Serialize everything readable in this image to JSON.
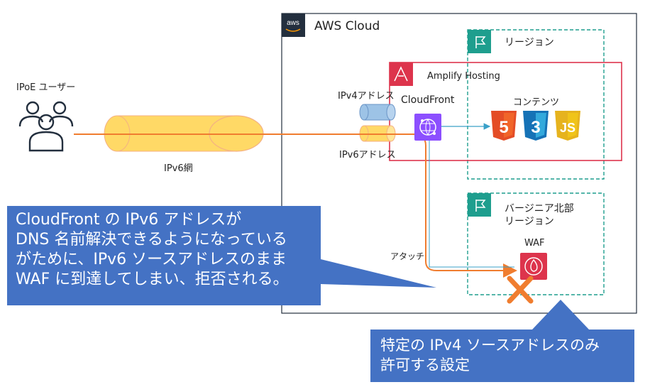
{
  "aws_cloud": {
    "logo": "aws",
    "title": "AWS Cloud"
  },
  "user": {
    "label": "IPoE ユーザー",
    "icon": "users-icon"
  },
  "network": {
    "label": "IPv6網"
  },
  "region": {
    "label": "リージョン"
  },
  "amplify": {
    "label": "Amplify Hosting"
  },
  "cloudfront": {
    "label": "CloudFront"
  },
  "addresses": {
    "ipv4": "IPv4アドレス",
    "ipv6": "IPv6アドレス"
  },
  "contents": {
    "label": "コンテンツ",
    "items": [
      "html5-icon",
      "css3-icon",
      "js-icon"
    ]
  },
  "virginia": {
    "line1": "バージニア北部",
    "line2": "リージョン"
  },
  "waf": {
    "label": "WAF"
  },
  "attach": {
    "label": "アタッチ"
  },
  "callout_left": {
    "line1": "CloudFront の IPv6 アドレスが",
    "line2": "DNS 名前解決できるようになっている",
    "line3": "がために、IPv6 ソースアドレスのまま",
    "line4": "WAF に到達してしまい、拒否される。"
  },
  "callout_right": {
    "line1": "特定の IPv4 ソースアドレスのみ",
    "line2": "許可する設定"
  },
  "colors": {
    "orange": "#f07d2f",
    "amplify_red": "#dd344c",
    "teal": "#1e9e8e",
    "cloudfront_purple": "#8c4fff",
    "waf_red": "#dd344c",
    "callout_blue": "#4472c4",
    "tube_yellow": "#ffd966",
    "tube_blue": "#9dc3e6"
  }
}
